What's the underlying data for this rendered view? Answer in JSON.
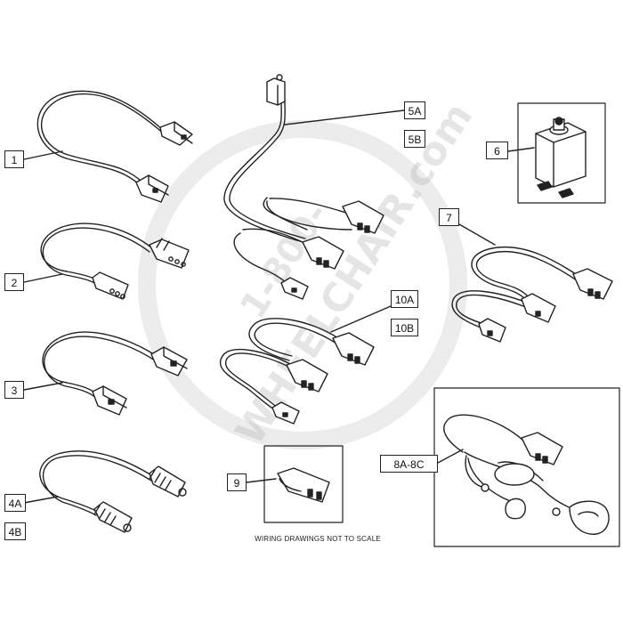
{
  "labels": {
    "p1": "1",
    "p2": "2",
    "p3": "3",
    "p4a": "4A",
    "p4b": "4B",
    "p5a": "5A",
    "p5b": "5B",
    "p6": "6",
    "p7": "7",
    "p8": "8A-8C",
    "p9": "9",
    "p10a": "10A",
    "p10b": "10B"
  },
  "note": "WIRING DRAWINGS NOT TO SCALE",
  "watermark": {
    "line1": "1-800-",
    "line2": "WHEELCHAIR.com"
  }
}
